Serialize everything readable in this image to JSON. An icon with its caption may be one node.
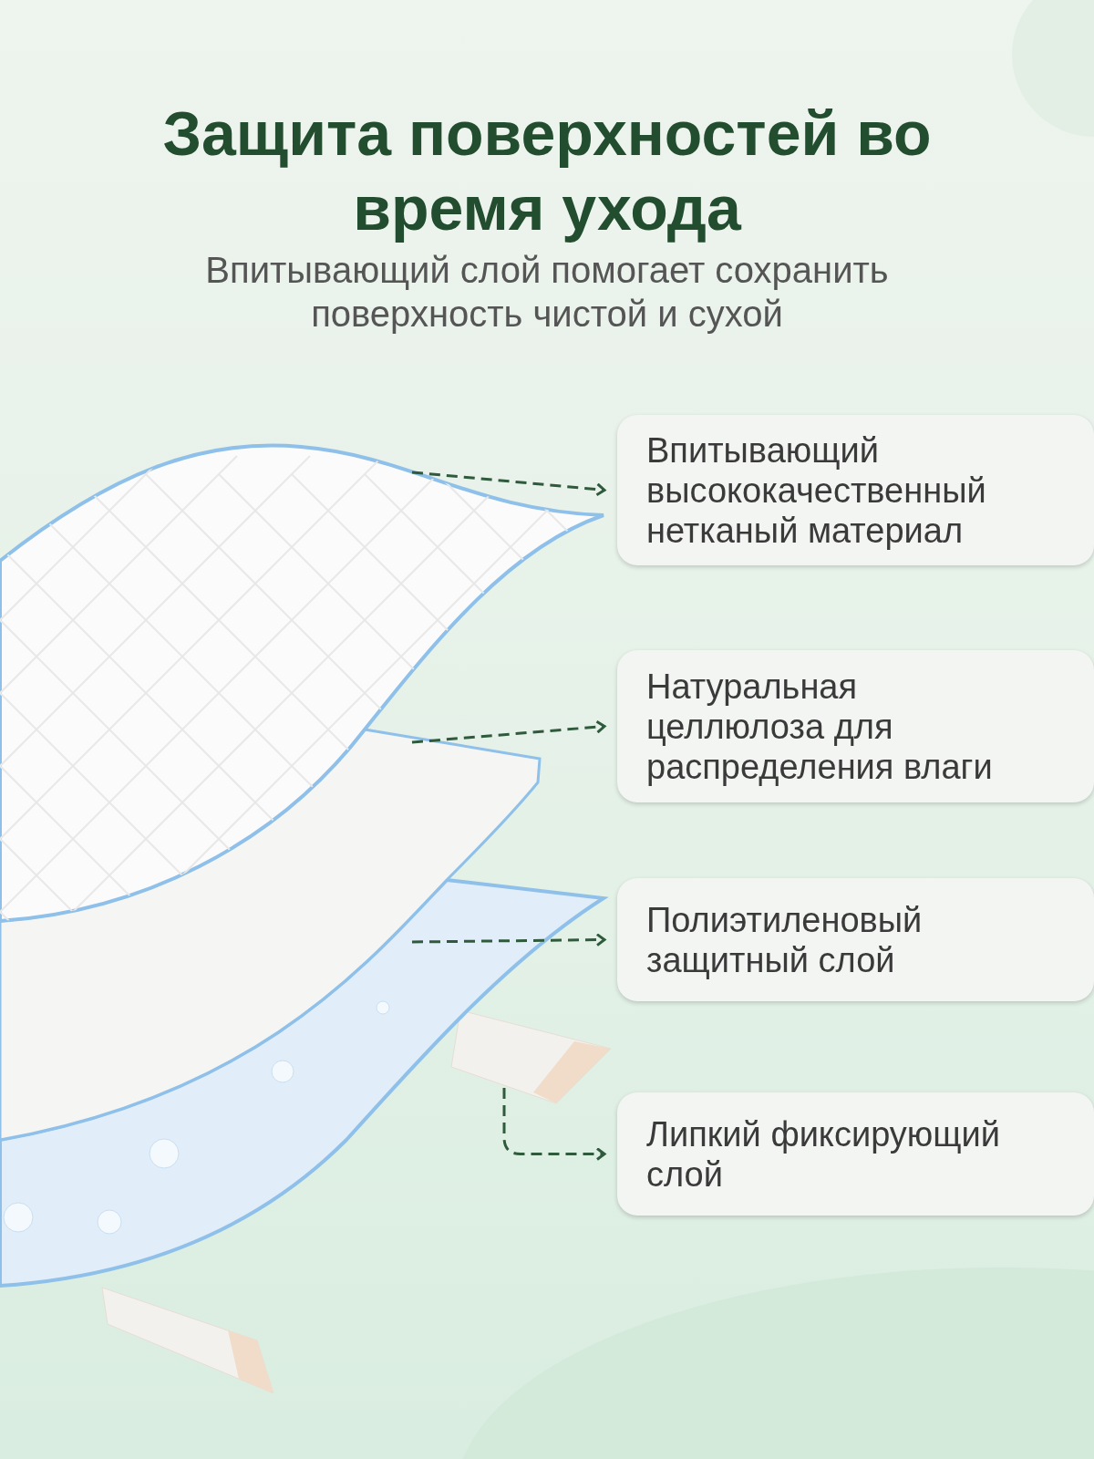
{
  "diagram": {
    "title": "Защита поверхностей во время ухода",
    "labels": [
      "Впитывающий слой помогает сохранить поверхность чистой и сухой"
    ],
    "nodes": [
      {
        "text": [],
        "shape": "picture"
      },
      {
        "text": [],
        "shape": "picture"
      },
      {
        "text": [],
        "shape": "picture"
      },
      {
        "text": [],
        "shape": "picture"
      },
      {
        "text": [
          "Впитывающий высококачественный нетканый материал"
        ]
      },
      {
        "text": [
          "Натуральная целлюлоза для распределения влаги"
        ]
      },
      {
        "text": [
          "Полиэтиленовый защитный слой"
        ]
      },
      {
        "text": [
          "Липкий фиксирующий слой"
        ]
      }
    ],
    "edges": [
      {
        "from": 0,
        "to": 4,
        "arrow": "to",
        "style": "dashed"
      },
      {
        "from": 1,
        "to": 5,
        "arrow": "to",
        "style": "dashed"
      },
      {
        "from": 2,
        "to": 6,
        "arrow": "to",
        "style": "dashed"
      },
      {
        "from": 3,
        "to": 7,
        "arrow": "to",
        "style": "dashed"
      }
    ]
  }
}
